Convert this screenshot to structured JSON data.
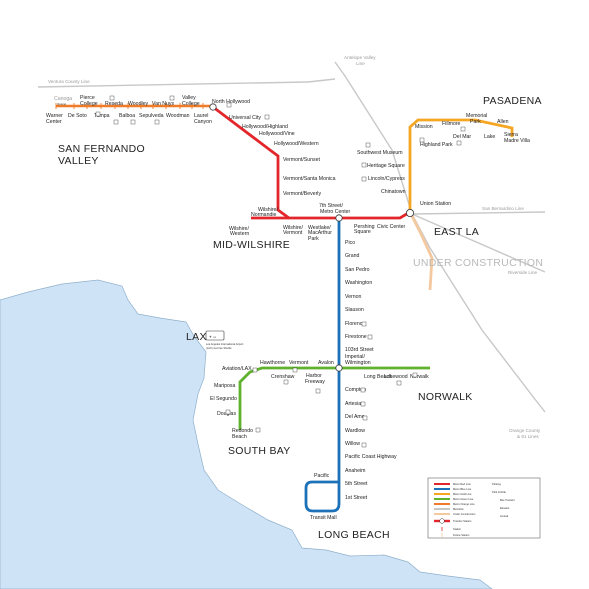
{
  "colors": {
    "red": "#e3262b",
    "blue": "#1d71b8",
    "green": "#5fb12e",
    "gold": "#f5a623",
    "orange": "#f07c2a",
    "gray": "#c8c8c8",
    "ocean": "#cfe3f6"
  },
  "regions": {
    "san_fernando_1": "SAN FERNANDO",
    "san_fernando_2": "VALLEY",
    "pasadena": "PASADENA",
    "mid_wilshire": "MID-WILSHIRE",
    "east_la": "EAST LA",
    "under_construction": "UNDER CONSTRUCTION",
    "norwalk": "NORWALK",
    "south_bay": "SOUTH BAY",
    "long_beach": "LONG BEACH",
    "lax": "LAX"
  },
  "rail_lines": {
    "antelope_1": "Antelope Valley",
    "antelope_2": "Line",
    "ventura": "Ventura County Line",
    "san_bernardino": "San Bernardino Line",
    "riverside": "Riverside Line",
    "orange_1": "Orange County",
    "orange_2": "& 91 Lines"
  },
  "stations": {
    "canoga_1": "Canoga",
    "canoga_2": "(Future)",
    "pierce_1": "Pierce",
    "pierce_2": "College",
    "reseda": "Reseda",
    "woodley": "Woodley",
    "van_nuys": "Van Nuys",
    "valley_college_1": "Valley",
    "valley_college_2": "College",
    "north_hollywood": "North Hollywood",
    "warner_1": "Warner",
    "warner_2": "Center",
    "de_soto": "De Soto",
    "tampa": "Tampa",
    "balboa": "Balboa",
    "sepulveda": "Sepulveda",
    "woodman": "Woodman",
    "laurel_1": "Laurel",
    "laurel_2": "Canyon",
    "universal_city": "Universal City",
    "hollywood_highland": "Hollywood/Highland",
    "hollywood_vine": "Hollywood/Vine",
    "hollywood_western": "Hollywood/Western",
    "vermont_sunset": "Vermont/Sunset",
    "vermont_santa_monica": "Vermont/Santa Monica",
    "vermont_beverly": "Vermont/Beverly",
    "wilshire_normandie_1": "Wilshire/",
    "wilshire_normandie_2": "Normandie",
    "wilshire_western_1": "Wilshire/",
    "wilshire_western_2": "Western",
    "wilshire_vermont_1": "Wilshire/",
    "wilshire_vermont_2": "Vermont",
    "westlake_1": "Westlake/",
    "westlake_2": "MacArthur",
    "westlake_3": "Park",
    "seventh_1": "7th Street/",
    "seventh_2": "Metro Center",
    "pershing_1": "Pershing",
    "pershing_2": "Square",
    "civic_center": "Civic Center",
    "union_station": "Union Station",
    "chinatown": "Chinatown",
    "lincoln_cypress": "Lincoln/Cypress",
    "heritage_square": "Heritage Square",
    "southwest_museum": "Southwest Museum",
    "highland_park": "Highland Park",
    "mission": "Mission",
    "fillmore": "Fillmore",
    "memorial_1": "Memorial",
    "memorial_2": "Park",
    "del_mar": "Del Mar",
    "lake": "Lake",
    "allen": "Allen",
    "sierra_1": "Sierra",
    "sierra_2": "Madre Villa",
    "pico": "Pico",
    "grand": "Grand",
    "san_pedro": "San Pedro",
    "washington": "Washington",
    "vernon": "Vernon",
    "slauson": "Slauson",
    "florence": "Florence",
    "firestone": "Firestone",
    "st_103": "103rd Street",
    "imperial_1": "Imperial/",
    "imperial_2": "Wilmington",
    "compton": "Compton",
    "artesia": "Artesia",
    "del_amo": "Del Amo",
    "wardlow": "Wardlow",
    "willow": "Willow",
    "pch": "Pacific Coast Highway",
    "anaheim": "Anaheim",
    "fifth": "5th Street",
    "first": "1st Street",
    "pacific": "Pacific",
    "transit_mall": "Transit Mall",
    "lax_note_1": "Los Angeles International Airport",
    "lax_note_2": "(LAX) via Free Shuttle",
    "aviation_lax": "Aviation/LAX",
    "hawthorne": "Hawthorne",
    "vermont_green": "Vermont",
    "crenshaw": "Crenshaw",
    "harbor_1": "Harbor",
    "harbor_2": "Freeway",
    "avalon": "Avalon",
    "long_beach_blvd": "Long Beach",
    "lakewood": "Lakewood",
    "norwalk": "Norwalk",
    "mariposa": "Mariposa",
    "el_segundo": "El Segundo",
    "douglas": "Douglas",
    "redondo_1": "Redondo",
    "redondo_2": "Beach"
  },
  "legend": {
    "items": [
      {
        "label": "Metro Red Line",
        "color": "#e3262b"
      },
      {
        "label": "Metro Blue Line",
        "color": "#1d71b8"
      },
      {
        "label": "Metro Gold Line",
        "color": "#f5a623"
      },
      {
        "label": "Metro Green Line",
        "color": "#5fb12e"
      },
      {
        "label": "Metro Orange Line",
        "color": "#f07c2a"
      },
      {
        "label": "Metrolink",
        "color": "#c8c8c8"
      },
      {
        "label": "Under Construction",
        "color": "#f5c9a0"
      }
    ],
    "icons": [
      "Parking",
      "Park & Ride",
      "Bus Transfer",
      "Elevator",
      "Amtrak"
    ],
    "transfer": "Transfer Station",
    "station": "Station",
    "future": "Future Station"
  }
}
